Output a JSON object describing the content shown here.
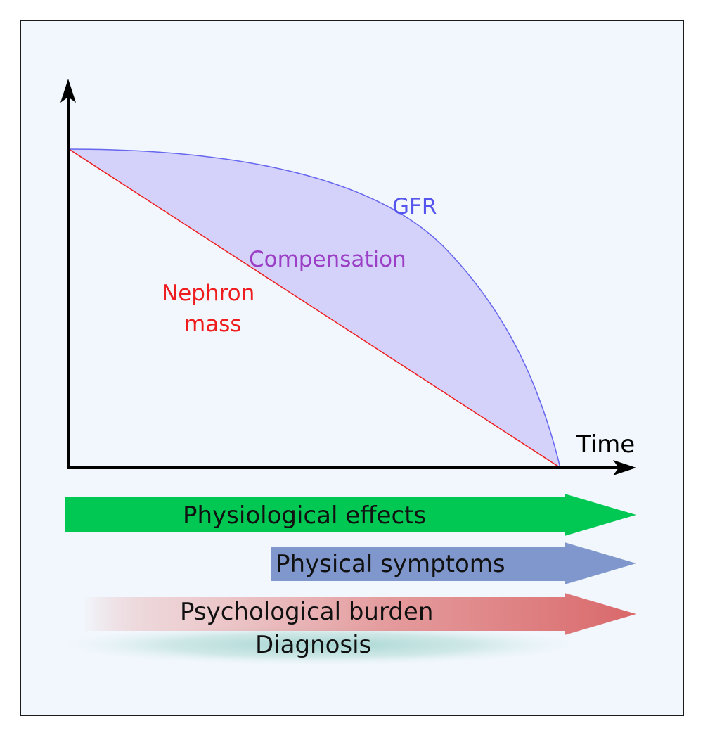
{
  "labels": {
    "gfr": "GFR",
    "compensation": "Compensation",
    "nephron_line1": "Nephron",
    "nephron_line2": "mass",
    "time": "Time"
  },
  "arrows": {
    "physiological": "Physiological effects",
    "physical": "Physical symptoms",
    "psychological": "Psychological burden",
    "diagnosis": "Diagnosis"
  },
  "colors": {
    "gfr_curve": "#6666ee",
    "gfr_label": "#5555ee",
    "compensation_fill": "#d4d2fa",
    "compensation_label": "#9b3fc6",
    "nephron": "#ee1c1c",
    "physiological_arrow": "#00c853",
    "physical_arrow": "#7f97cc",
    "psychological_arrow": "#d9686a",
    "diagnosis_glow": "#9fd3ce"
  }
}
